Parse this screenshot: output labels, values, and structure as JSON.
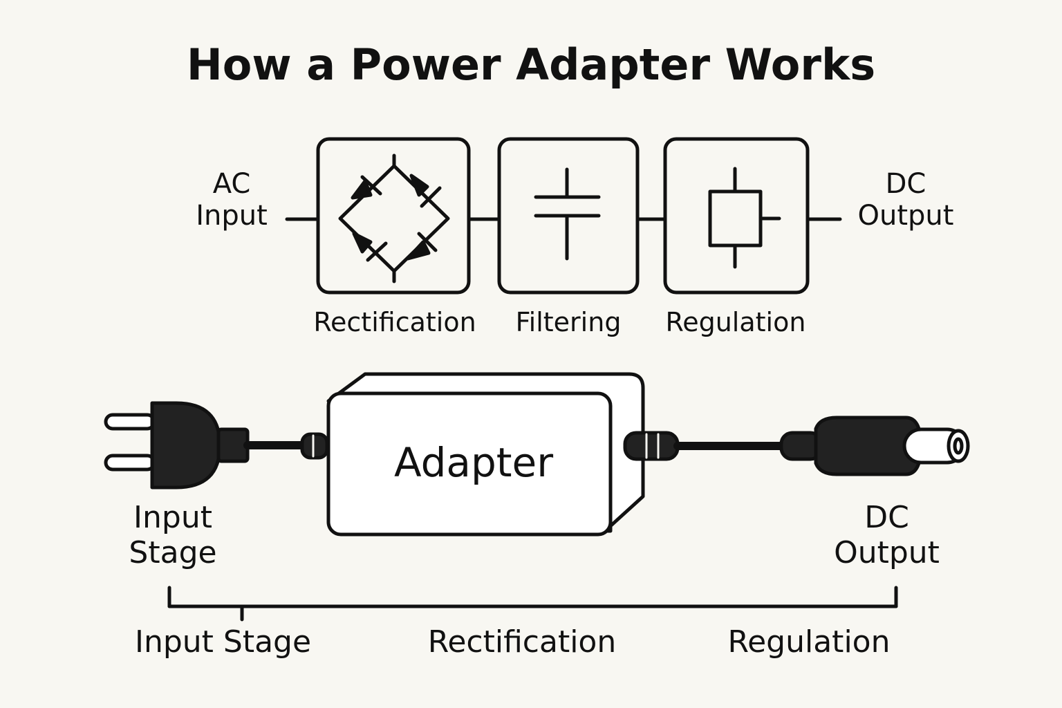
{
  "title": "How a Power Adapter Works",
  "block_diagram": {
    "input_label_line1": "AC",
    "input_label_line2": "Input",
    "output_label_line1": "DC",
    "output_label_line2": "Output",
    "stages": [
      {
        "label": "Rectification",
        "icon": "bridge-rectifier-icon"
      },
      {
        "label": "Filtering",
        "icon": "capacitor-icon"
      },
      {
        "label": "Regulation",
        "icon": "regulator-icon"
      }
    ]
  },
  "device": {
    "adapter_label": "Adapter",
    "plug_label_line1": "Input",
    "plug_label_line2": "Stage",
    "output_label_line1": "DC",
    "output_label_line2": "Output"
  },
  "timeline": {
    "labels": [
      "Input Stage",
      "Rectification",
      "Regulation"
    ]
  },
  "colors": {
    "background": "#f8f7f2",
    "ink": "#111111",
    "plug_fill": "#222222"
  }
}
